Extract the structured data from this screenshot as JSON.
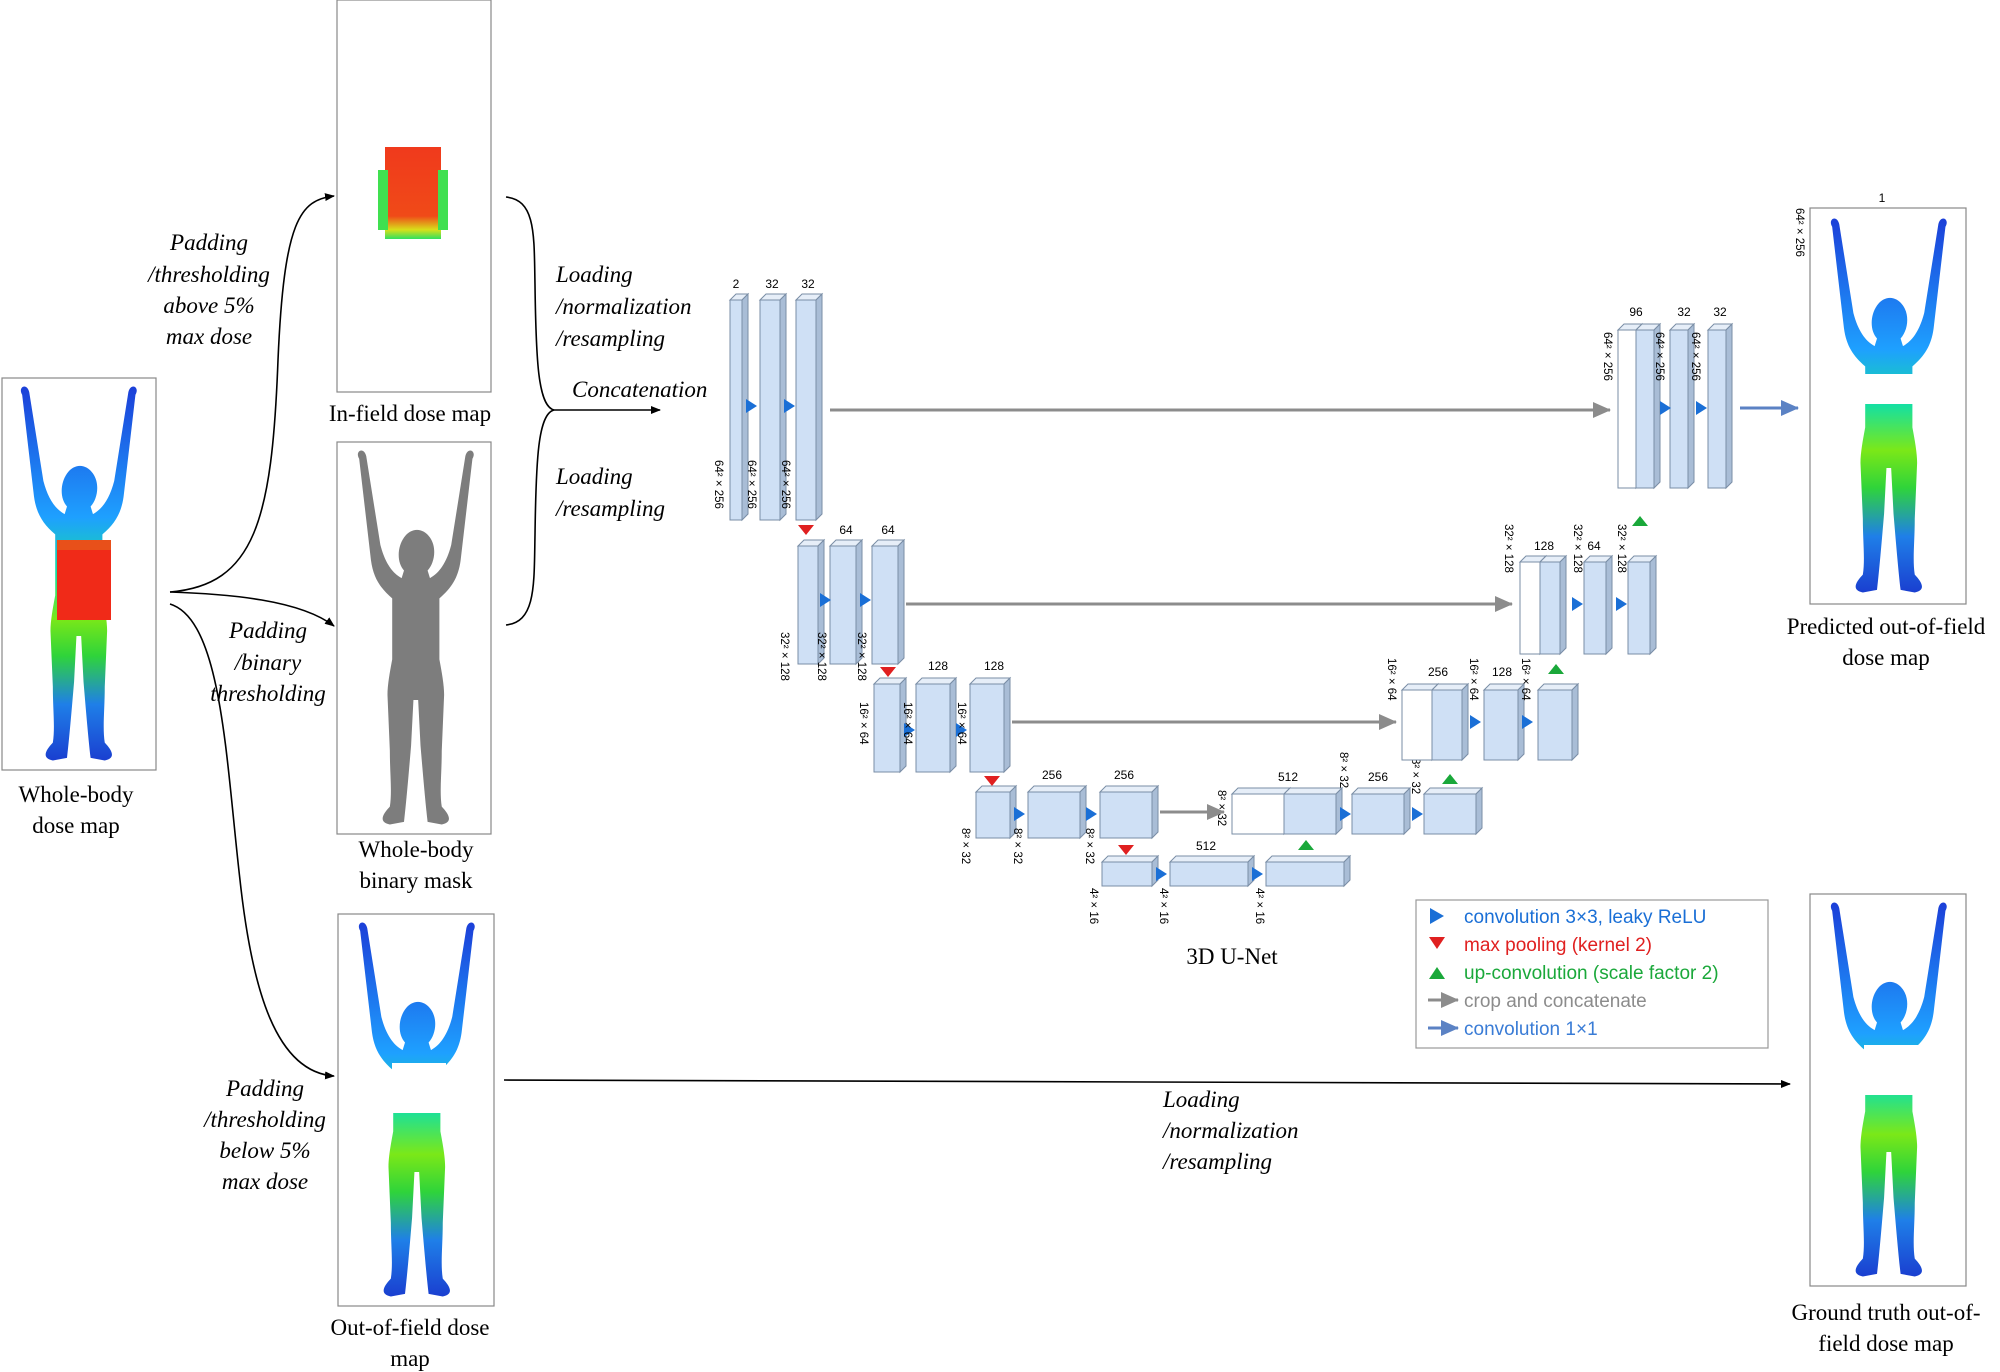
{
  "panels": {
    "whole_body": "Whole-body dose map",
    "in_field": "In-field dose map",
    "binary_mask": "Whole-body binary mask",
    "out_of_field": "Out-of-field dose map",
    "predicted": "Predicted out-of-field dose map",
    "ground_truth": "Ground truth out-of-field dose map"
  },
  "steps": {
    "padding_above": [
      "Padding",
      "/thresholding",
      "above 5%",
      "max dose"
    ],
    "padding_binary": [
      "Padding",
      "/binary",
      "thresholding"
    ],
    "padding_below": [
      "Padding",
      "/thresholding",
      "below 5%",
      "max dose"
    ],
    "loading_norm": [
      "Loading",
      "/normalization",
      "/resampling"
    ],
    "concatenation": "Concatenation",
    "loading_resampling": [
      "Loading",
      "/resampling"
    ],
    "loading_bottom": [
      "Loading",
      "/normalization",
      "/resampling"
    ]
  },
  "network": {
    "title": "3D U-Net",
    "enc1": {
      "channels": [
        "2",
        "32",
        "32"
      ],
      "dims": [
        "64² × 256",
        "64² × 256",
        "64² × 256"
      ]
    },
    "enc2": {
      "channels": [
        "64",
        "64"
      ],
      "dims": [
        "32² × 128",
        "32² × 128",
        "32² × 128"
      ]
    },
    "enc3": {
      "channels": [
        "128",
        "128"
      ],
      "dims": [
        "16² × 64",
        "16² × 64",
        "16² × 64"
      ]
    },
    "enc4": {
      "channels": [
        "256",
        "256"
      ],
      "dims": [
        "8² × 32",
        "8² × 32",
        "8² × 32"
      ]
    },
    "bottleneck": {
      "channels": [
        "512"
      ],
      "dims": [
        "4² × 16",
        "4² × 16",
        "4² × 16"
      ]
    },
    "dec4": {
      "channels": [
        "512",
        "256"
      ],
      "dims": [
        "8² × 32",
        "8² × 32",
        "8² × 32"
      ]
    },
    "dec3": {
      "channels": [
        "256",
        "128"
      ],
      "dims": [
        "16² × 64",
        "16² × 64",
        "16² × 64"
      ]
    },
    "dec2": {
      "channels": [
        "128",
        "64"
      ],
      "dims": [
        "32² × 128",
        "32² × 128",
        "32² × 128"
      ]
    },
    "dec1": {
      "channels": [
        "96",
        "32",
        "32"
      ],
      "dims": [
        "64² × 256",
        "64² × 256",
        "64² × 256"
      ]
    },
    "output": {
      "channel": "1",
      "dim": "64² × 256"
    }
  },
  "legend": {
    "items": [
      {
        "label": "convolution 3×3, leaky ReLU",
        "color": "#1a6fd6",
        "icon": "right-triangle-icon"
      },
      {
        "label": "max pooling (kernel 2)",
        "color": "#e02020",
        "icon": "down-triangle-icon"
      },
      {
        "label": "up-convolution (scale factor 2)",
        "color": "#1aa83a",
        "icon": "up-triangle-icon"
      },
      {
        "label": "crop and concatenate",
        "color": "#8c8c8c",
        "icon": "gray-arrow-icon"
      },
      {
        "label": "convolution 1×1",
        "color": "#3a7cd6",
        "icon": "blue-arrow-icon"
      }
    ]
  },
  "colors": {
    "block_fill": "#cfe0f5",
    "block_edge": "#7a8ea6",
    "conv": "#1a6fd6",
    "pool": "#e02020",
    "up": "#1aa83a",
    "skip": "#8c8c8c",
    "final_conv": "#3a7cd6"
  }
}
